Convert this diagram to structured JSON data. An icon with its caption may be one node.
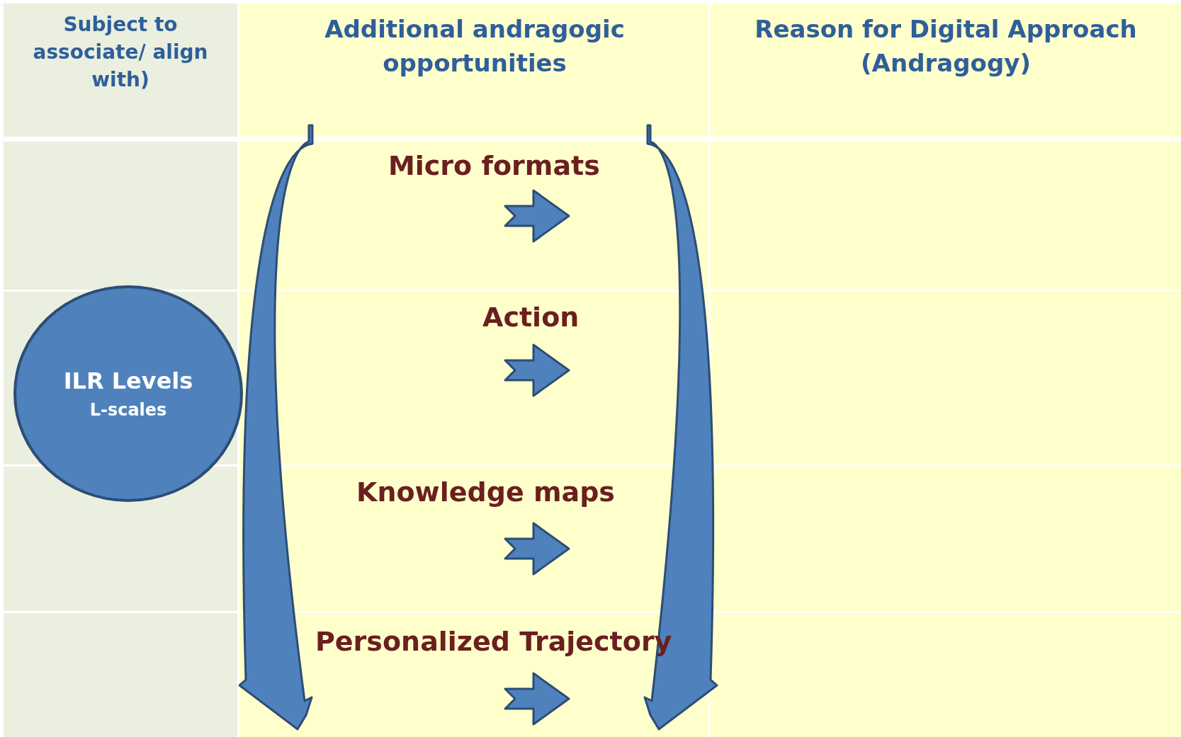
{
  "diagram": {
    "nodes": [
      {
        "text": [
          "ILR Levels",
          "L-scales"
        ]
      }
    ],
    "edges": [],
    "labels": [
      "Subject to associate/ align with)",
      "Additional andragogic opportunities",
      "Reason for Digital Approach (Andragogy)",
      "Micro formats",
      "Action",
      "Knowledge maps",
      "Personalized Trajectory"
    ]
  }
}
